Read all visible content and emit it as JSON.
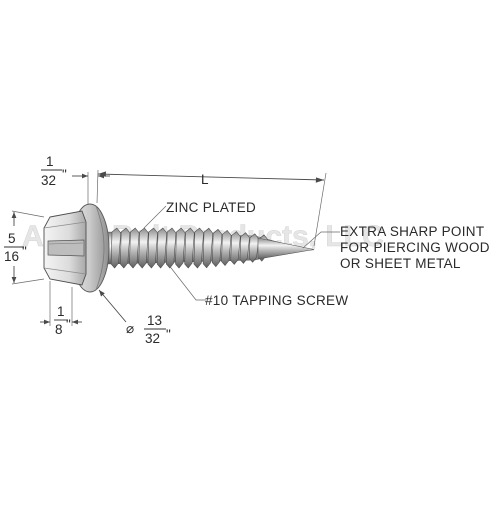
{
  "watermark": "Allied Bolt Products, LLC",
  "dimensions": {
    "length": "L",
    "washer_thickness": {
      "num": "1",
      "den": "32",
      "unit": "\""
    },
    "head_height": {
      "num": "5",
      "den": "16",
      "unit": "\""
    },
    "head_thickness": {
      "num": "1",
      "den": "8",
      "unit": "\""
    },
    "washer_diameter": {
      "symbol": "⌀",
      "num": "13",
      "den": "32",
      "unit": "\""
    }
  },
  "callouts": {
    "finish": "ZINC PLATED",
    "product": "#10 TAPPING SCREW",
    "point_line1": "EXTRA SHARP POINT",
    "point_line2": "FOR PIERCING WOOD",
    "point_line3": "OR SHEET METAL"
  }
}
